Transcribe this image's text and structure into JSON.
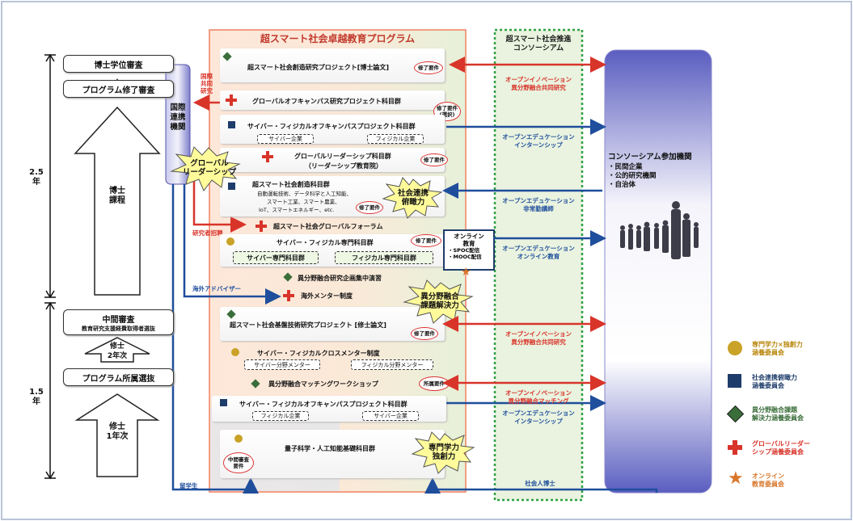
{
  "program": {
    "title": "超スマート社会卓越教育プログラム",
    "rows": [
      {
        "text": "超スマート社会創造研究プロジェクト[博士論文]",
        "requirement": "修了要件"
      },
      {
        "text": "グローバルオフキャンパス研究プロジェクト科目群",
        "requirement_line1": "修了要件",
        "requirement_line2": "(選択)"
      },
      {
        "text": "サイバー・フィジカルオフキャンパスプロジェクト科目群",
        "sub1": "サイバー企業",
        "sub2": "フィジカル企業"
      },
      {
        "text_line1": "グローバルリーダーシップ科目群",
        "text_line2": "（リーダーシップ教育院）",
        "requirement": "修了要件"
      },
      {
        "text": "超スマート社会創造科目群",
        "detail1": "自動運転技術、データ科学と人工知能、",
        "detail2": "スマート工業、スマート農業、",
        "detail3": "IoT、スマートエネルギー、etc.",
        "requirement": "修了要件"
      },
      {
        "text": "超スマート社会グローバルフォーラム"
      },
      {
        "text": "サイバー・フィジカル専門科目群",
        "requirement": "修了要件",
        "sub1": "サイバー専門科目群",
        "sub2": "フィジカル専門科目群"
      },
      {
        "text": "異分野融合研究企画集中演習"
      },
      {
        "text": "海外メンター制度"
      },
      {
        "text": "超スマート社会基盤技術研究プロジェクト [修士論文]",
        "requirement": "修了要件"
      },
      {
        "text": "サイバー・フィジカルクロスメンター制度",
        "sub1": "サイバー分野メンター",
        "sub2": "フィジカル分野メンター"
      },
      {
        "text": "異分野融合マッチングワークショップ",
        "requirement": "所属要件"
      },
      {
        "text": "サイバー・フィジカルオフキャンパスプロジェクト科目群",
        "sub1": "フィジカル企業",
        "sub2": "サイバー企業"
      },
      {
        "text": "量子科学・人工知能基礎科目群",
        "requirement_line1": "中間審査",
        "requirement_line2": "要件"
      }
    ]
  },
  "stages": {
    "doctor_degree": "博士学位審査",
    "program_completion": "プログラム修了審査",
    "doctor_course_line1": "博士",
    "doctor_course_line2": "課程",
    "interim_line1": "中間審査",
    "interim_line2": "教育研究支援経費取得者選抜",
    "master2_line1": "修士",
    "master2_line2": "2年次",
    "selection": "プログラム所属選抜",
    "master1_line1": "修士",
    "master1_line2": "1年次",
    "years_upper_line1": "2.5",
    "years_upper_line2": "年",
    "years_lower_line1": "1.5",
    "years_lower_line2": "年"
  },
  "intl": {
    "line1": "国際",
    "line2": "連携",
    "line3": "機関",
    "joint_research_line1": "国際",
    "joint_research_line2": "共同",
    "joint_research_line3": "研究",
    "researcher_invite": "研究者招聘",
    "overseas_advisor": "海外アドバイザー",
    "students": "留学生"
  },
  "online": {
    "line1": "オンライン",
    "line2": "教育",
    "line3": "・SPOC配信",
    "line4": "・MOOC配信"
  },
  "bursts": {
    "global_line1": "グローバル",
    "global_line2": "リーダーシップ",
    "social_line1": "社会連携",
    "social_line2": "俯瞰力",
    "fusion_line1": "異分野融合",
    "fusion_line2": "課題解決力",
    "expert_line1": "専門学力",
    "expert_line2": "独創力"
  },
  "consortium": {
    "title_line1": "超スマート社会推進",
    "title_line2": "コンソーシアム",
    "arrows": [
      {
        "line1": "オープンイノベーション",
        "line2": "異分野融合共同研究",
        "color": "#d8342a"
      },
      {
        "line1": "オープンエデュケーション",
        "line2": "インターンシップ",
        "color": "#1f4e9c"
      },
      {
        "line1": "オープンエデュケーション",
        "line2": "非常勤講師",
        "color": "#1f4e9c"
      },
      {
        "line1": "オープンエデュケーション",
        "line2": "オンライン教育",
        "color": "#1f4e9c"
      },
      {
        "line1": "オープンイノベーション",
        "line2": "異分野融合共同研究",
        "color": "#d8342a"
      },
      {
        "line1": "オープンイノベーション",
        "line2": "異分野融合マッチング",
        "color": "#d8342a"
      },
      {
        "line1": "オープンエデュケーション",
        "line2": "インターンシップ",
        "color": "#1f4e9c"
      }
    ],
    "working_doctor": "社会人博士"
  },
  "member": {
    "title": "コンソーシアム参加機関",
    "item1": "・民間企業",
    "item2": "・公的研究機関",
    "item3": "・自治体"
  },
  "legend": [
    {
      "icon": "gold-circle-icon",
      "line1": "専門学力×独創力",
      "line2": "涵養委員会",
      "color": "#b8860b"
    },
    {
      "icon": "navy-square-icon",
      "line1": "社会連携俯瞰力",
      "line2": "涵養委員会",
      "color": "#1f3d6b"
    },
    {
      "icon": "green-diamond-icon",
      "line1": "異分野融合課題",
      "line2": "解決力涵養委員会",
      "color": "#3a6e3a"
    },
    {
      "icon": "red-cross-icon",
      "line1": "グローバルリーダー",
      "line2": "シップ涵養委員会",
      "color": "#d8342a"
    },
    {
      "icon": "orange-star-icon",
      "line1": "オンライン",
      "line2": "教育委員会",
      "color": "#d8762a"
    }
  ],
  "colors": {
    "red": "#d8342a",
    "blue": "#1f4e9c",
    "navy": "#1f3d6b",
    "gold": "#c9a227",
    "green": "#3a6e3a",
    "panel_orange": "#f4a07a",
    "panel_green": "#2ea043"
  }
}
